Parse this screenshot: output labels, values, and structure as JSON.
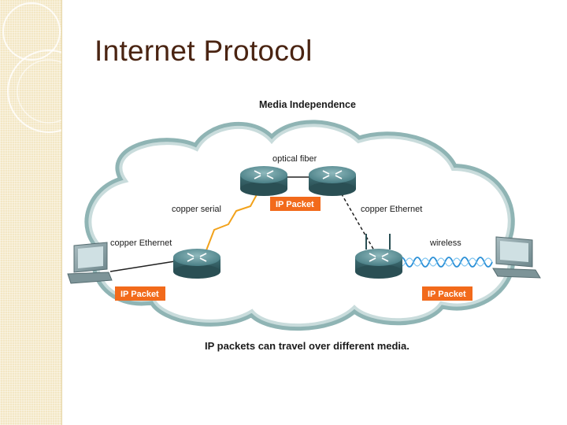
{
  "slide": {
    "title": "Internet Protocol"
  },
  "diagram": {
    "heading": "Media Independence",
    "labels": {
      "optical_fiber": "optical fiber",
      "copper_serial": "copper serial",
      "copper_ethernet_left": "copper Ethernet",
      "copper_ethernet_right": "copper Ethernet",
      "wireless": "wireless"
    },
    "packets": {
      "top": "IP Packet",
      "left": "IP Packet",
      "right": "IP Packet"
    },
    "caption": "IP packets can travel over different media.",
    "colors": {
      "cloud": "#a9c6c6",
      "cloud_edge": "#6f9a9a",
      "router": "#4a7f86",
      "packet": "#f26a1b",
      "serial_link": "#f2a21b",
      "wireless_link": "#2a8fd6"
    }
  }
}
